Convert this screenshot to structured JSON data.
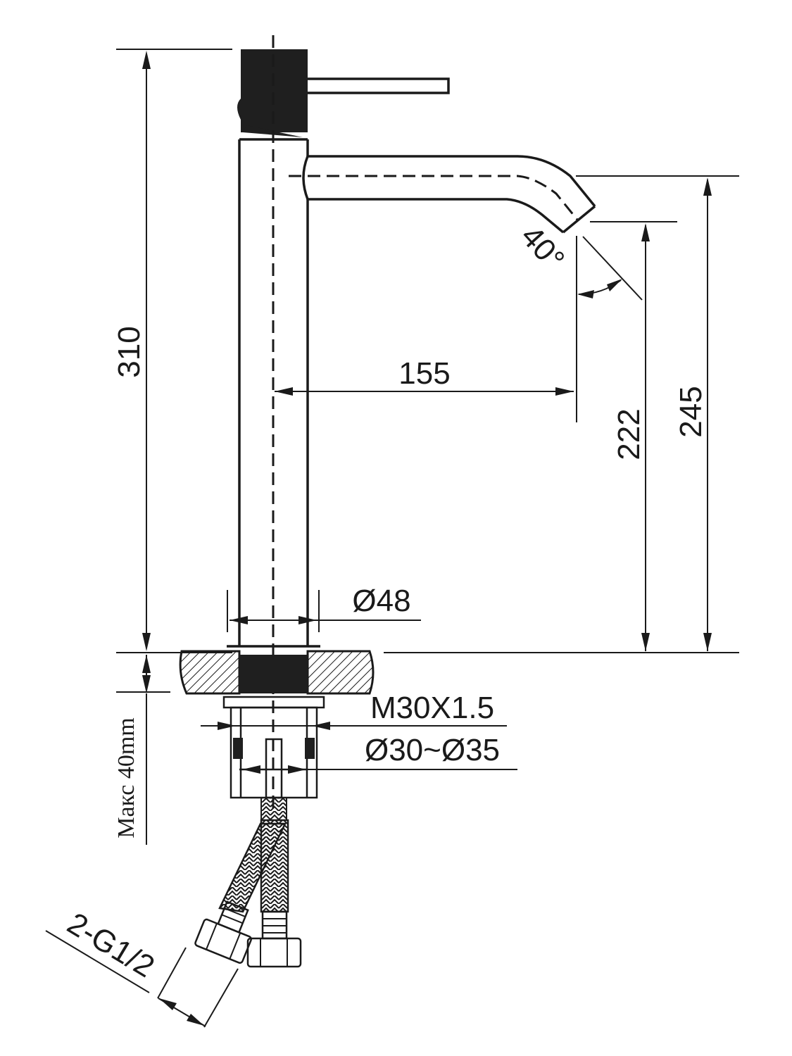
{
  "dimensions": {
    "height_total": "310",
    "reach": "155",
    "height_aerator": "222",
    "height_spout": "245",
    "angle": "40°",
    "body_diameter": "Ø48",
    "thread": "M30X1.5",
    "hole_diameter": "Ø30~Ø35",
    "max_thickness": "Макс 40mm",
    "connection": "2-G1/2"
  }
}
